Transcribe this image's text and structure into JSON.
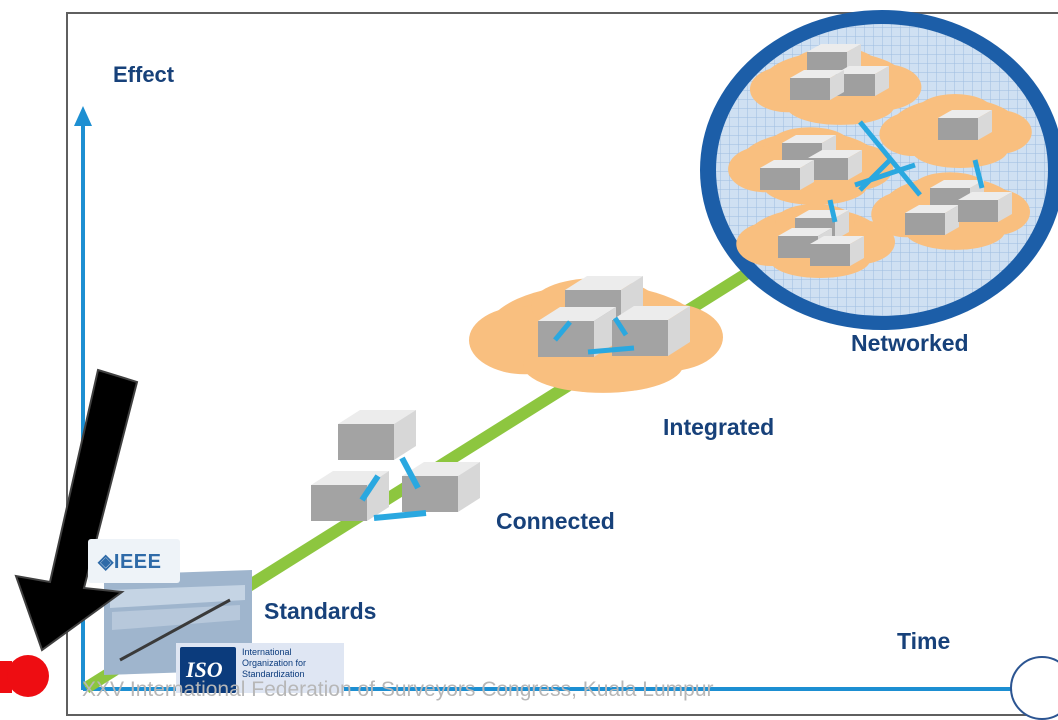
{
  "labels": {
    "effect": "Effect",
    "time": "Time",
    "standards": "Standards",
    "connected": "Connected",
    "integrated": "Integrated",
    "networked": "Networked"
  },
  "logos": {
    "ieee": "IEEE",
    "iso_mark": "ISO",
    "iso_text": "International Organization for Standardization"
  },
  "footer": {
    "text": "XXV International Federation of Surveyors Congress, Kuala Lumpur"
  },
  "colors": {
    "axis": "#1d8fd2",
    "growth_line": "#8dc63f",
    "label_text": "#17417a",
    "cloud": "#f9bf7f",
    "network_ring": "#1c5ea8",
    "link": "#2aa8e0",
    "arrow": "#000000",
    "red_accent": "#ee0d12"
  }
}
